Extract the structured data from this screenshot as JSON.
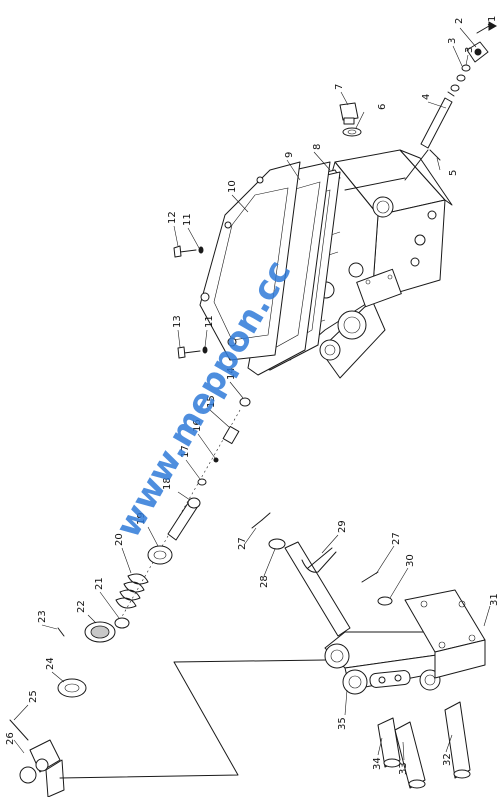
{
  "diagram": {
    "watermark": {
      "text": "www.meppon.cc",
      "color": "#2f7ad8"
    },
    "parts": [
      {
        "id": "p1",
        "number": "1"
      },
      {
        "id": "p2",
        "number": "2"
      },
      {
        "id": "p3a",
        "number": "3"
      },
      {
        "id": "p3b",
        "number": "3"
      },
      {
        "id": "p4",
        "number": "4"
      },
      {
        "id": "p5",
        "number": "5"
      },
      {
        "id": "p6",
        "number": "6"
      },
      {
        "id": "p7",
        "number": "7"
      },
      {
        "id": "p8",
        "number": "8"
      },
      {
        "id": "p9",
        "number": "9"
      },
      {
        "id": "p10",
        "number": "10"
      },
      {
        "id": "p11a",
        "number": "11"
      },
      {
        "id": "p12",
        "number": "12"
      },
      {
        "id": "p13",
        "number": "13"
      },
      {
        "id": "p11b",
        "number": "11"
      },
      {
        "id": "p14",
        "number": "14"
      },
      {
        "id": "p15",
        "number": "15"
      },
      {
        "id": "p16",
        "number": "16"
      },
      {
        "id": "p17",
        "number": "17"
      },
      {
        "id": "p18",
        "number": "18"
      },
      {
        "id": "p19",
        "number": "19"
      },
      {
        "id": "p20",
        "number": "20"
      },
      {
        "id": "p21",
        "number": "21"
      },
      {
        "id": "p22",
        "number": "22"
      },
      {
        "id": "p23",
        "number": "23"
      },
      {
        "id": "p24",
        "number": "24"
      },
      {
        "id": "p25",
        "number": "25"
      },
      {
        "id": "p26",
        "number": "26"
      },
      {
        "id": "p27a",
        "number": "27"
      },
      {
        "id": "p28",
        "number": "28"
      },
      {
        "id": "p29",
        "number": "29"
      },
      {
        "id": "p27b",
        "number": "27"
      },
      {
        "id": "p30",
        "number": "30"
      },
      {
        "id": "p31",
        "number": "31"
      },
      {
        "id": "p35",
        "number": "35"
      },
      {
        "id": "p34",
        "number": "34"
      },
      {
        "id": "p33",
        "number": "33"
      },
      {
        "id": "p32",
        "number": "32"
      }
    ]
  }
}
